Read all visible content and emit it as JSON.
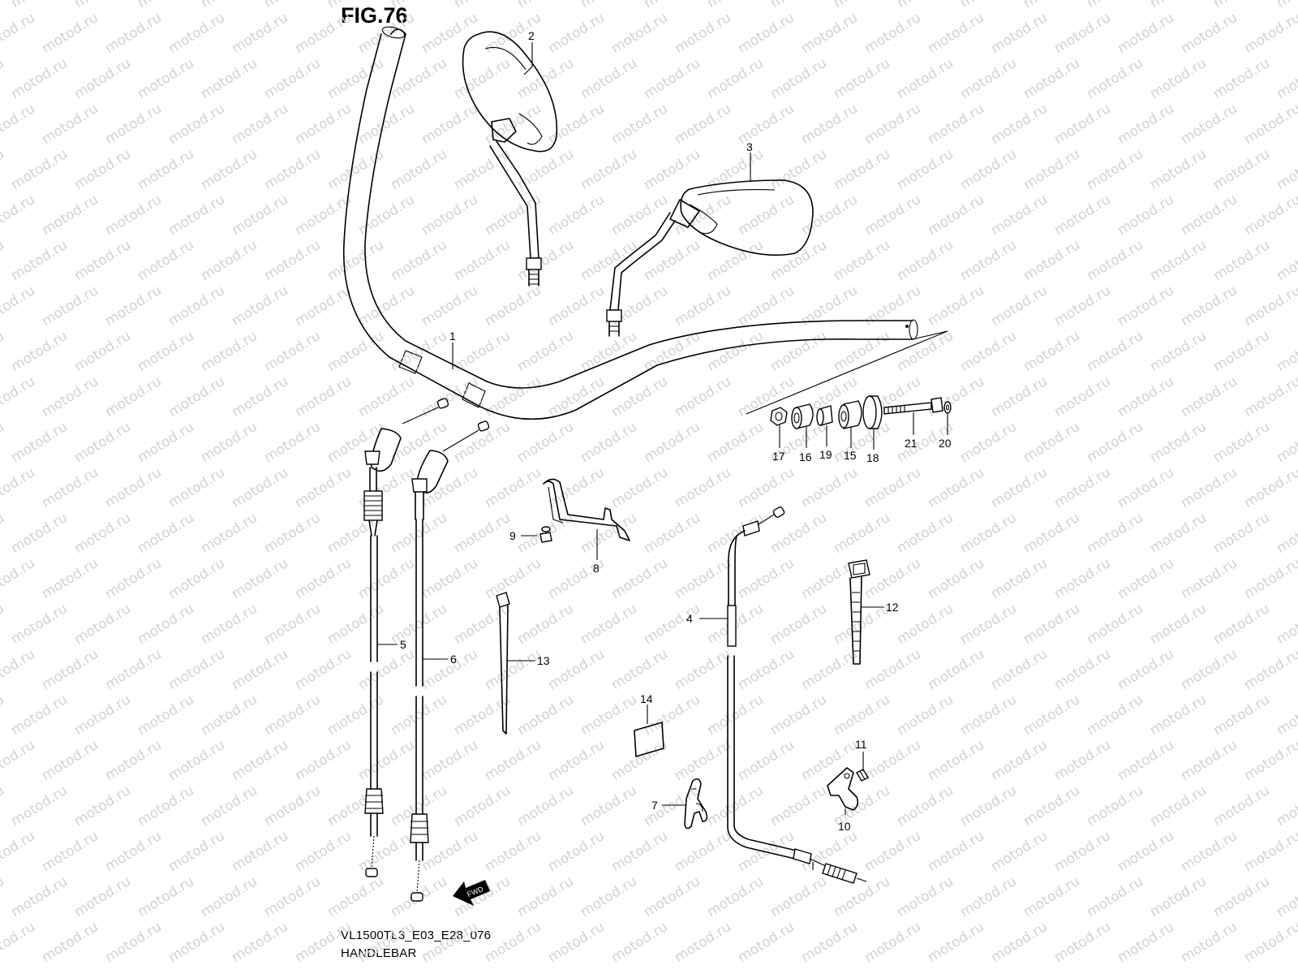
{
  "figure": {
    "title": "FIG.76",
    "code": "VL1500TL3_E03_E28_076",
    "name": "HANDLEBAR"
  },
  "watermark": "motod.ru",
  "callouts": [
    "1",
    "2",
    "3",
    "4",
    "5",
    "6",
    "7",
    "8",
    "9",
    "10",
    "11",
    "12",
    "13",
    "14",
    "15",
    "16",
    "17",
    "18",
    "19",
    "20",
    "21"
  ],
  "fwd_label": "FWD"
}
